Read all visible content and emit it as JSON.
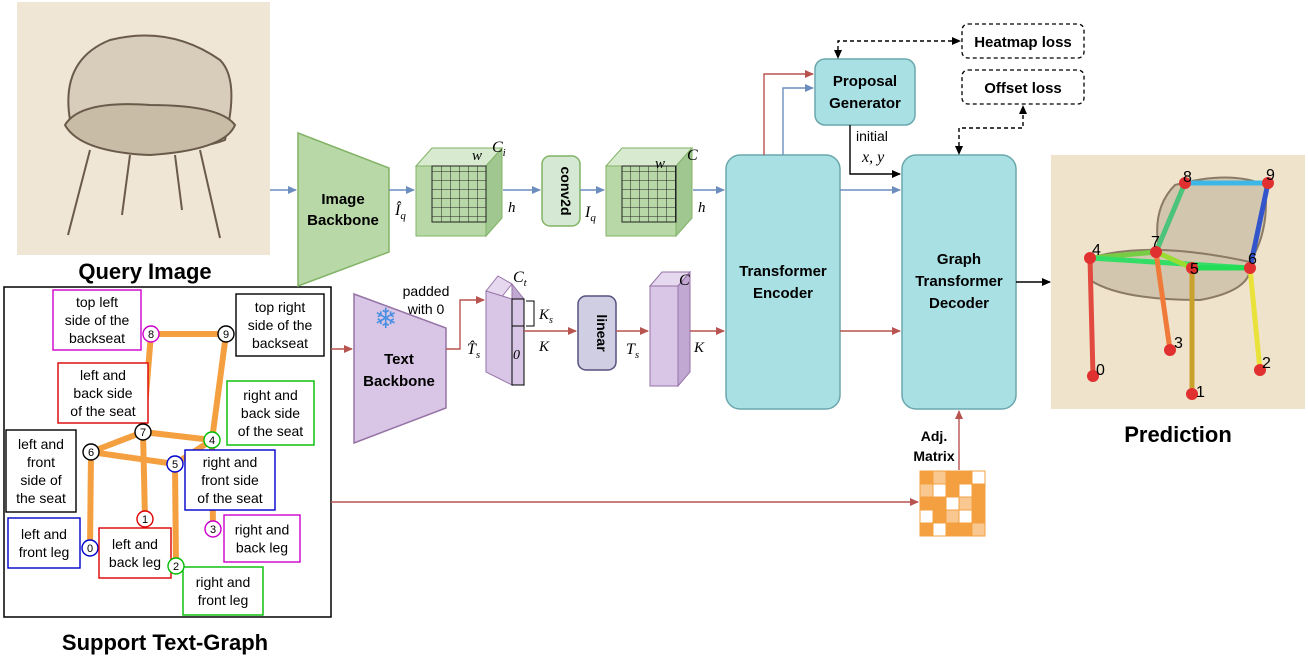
{
  "captions": {
    "query_image": "Query Image",
    "support_graph": "Support Text-Graph",
    "prediction": "Prediction"
  },
  "blocks": {
    "image_backbone": [
      "Image",
      "Backbone"
    ],
    "text_backbone": [
      "Text",
      "Backbone"
    ],
    "conv2d": "conv2d",
    "linear": "linear",
    "transformer_encoder": [
      "Transformer",
      "Encoder"
    ],
    "proposal_generator": [
      "Proposal",
      "Generator"
    ],
    "graph_decoder": [
      "Graph",
      "Transformer",
      "Decoder"
    ],
    "heatmap_loss": "Heatmap loss",
    "offset_loss": "Offset loss",
    "adj_matrix": [
      "Adj.",
      "Matrix"
    ]
  },
  "annotations": {
    "initial": "initial",
    "xy": "x, y",
    "padded": [
      "padded",
      "with 0"
    ],
    "w": "w",
    "h": "h",
    "Ci": "C",
    "Ci_sub": "i",
    "C": "C",
    "Ct": "C",
    "Ct_sub": "t",
    "K": "K",
    "Ks": "K",
    "Ks_sub": "s",
    "zero": "0",
    "Iq_hat": "Î",
    "Iq": "I",
    "q_sub": "q",
    "Ts_hat": "T̂",
    "Ts": "T",
    "s_sub": "s"
  },
  "support_nodes": [
    {
      "id": "0",
      "color": "#0000cc",
      "lines": [
        "left and",
        "front leg"
      ],
      "box_color": "#0000cc"
    },
    {
      "id": "1",
      "color": "#dd0000",
      "lines": [
        "left and",
        "back leg"
      ],
      "box_color": "#dd0000"
    },
    {
      "id": "2",
      "color": "#00bb00",
      "lines": [
        "right and",
        "front leg"
      ],
      "box_color": "#00bb00"
    },
    {
      "id": "3",
      "color": "#cc00cc",
      "lines": [
        "right and",
        "back leg"
      ],
      "box_color": "#cc00cc"
    },
    {
      "id": "4",
      "color": "#00bb00",
      "lines": [
        "right and",
        "back side",
        "of the seat"
      ],
      "box_color": "#00bb00"
    },
    {
      "id": "5",
      "color": "#0000cc",
      "lines": [
        "right and",
        "front side",
        "of the seat"
      ],
      "box_color": "#0000cc"
    },
    {
      "id": "6",
      "color": "#000000",
      "lines": [
        "left and",
        "front",
        "side of",
        "the seat"
      ],
      "box_color": "#000000"
    },
    {
      "id": "7",
      "color": "#000000",
      "lines": [
        "left and",
        "back side",
        "of the seat"
      ],
      "box_color": "#dd0000"
    },
    {
      "id": "8",
      "color": "#cc00cc",
      "lines": [
        "top left",
        "side of the",
        "backseat"
      ],
      "box_color": "#cc00cc"
    },
    {
      "id": "9",
      "color": "#000000",
      "lines": [
        "top right",
        "side of the",
        "backseat"
      ],
      "box_color": "#000000"
    }
  ],
  "prediction_keypoints": [
    "0",
    "1",
    "2",
    "3",
    "4",
    "5",
    "6",
    "7",
    "8",
    "9"
  ],
  "colors": {
    "blue_arrow": "#6c8ebf",
    "red_arrow": "#b85450",
    "green_fill": "#b8d8a8",
    "green_stroke": "#82b366",
    "purple_fill": "#d9c6e6",
    "purple_stroke": "#9673a6",
    "cyan_fill": "#a8e0e4",
    "orange": "#f5a040",
    "snowflake": "#4a90e2"
  }
}
